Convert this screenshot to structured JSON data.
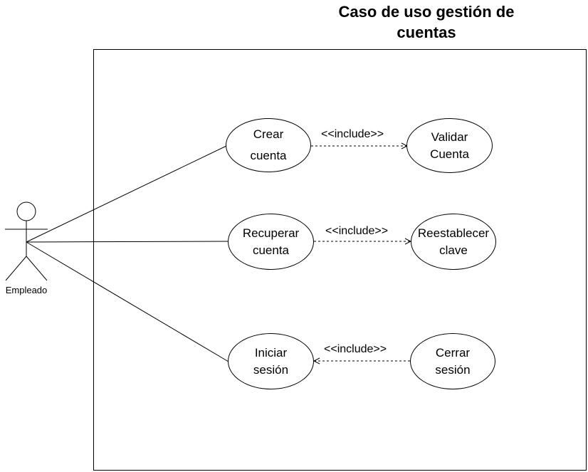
{
  "diagram": {
    "title_line1": "Caso de uso gestión de",
    "title_line2": "cuentas",
    "actor": {
      "name": "Empleado"
    },
    "use_cases": {
      "crear_cuenta": {
        "line1": "Crear",
        "line2": "cuenta"
      },
      "validar_cuenta": {
        "line1": "Validar",
        "line2": "Cuenta"
      },
      "recuperar_cuenta": {
        "line1": "Recuperar",
        "line2": "cuenta"
      },
      "reestablecer_clave": {
        "line1": "Reestablecer",
        "line2": "clave"
      },
      "iniciar_sesion": {
        "line1": "Iniciar",
        "line2": "sesión"
      },
      "cerrar_sesion": {
        "line1": "Cerrar",
        "line2": "sesión"
      }
    },
    "relations": {
      "include_1": "<<include>>",
      "include_2": "<<include>>",
      "include_3": "<<include>>"
    }
  }
}
